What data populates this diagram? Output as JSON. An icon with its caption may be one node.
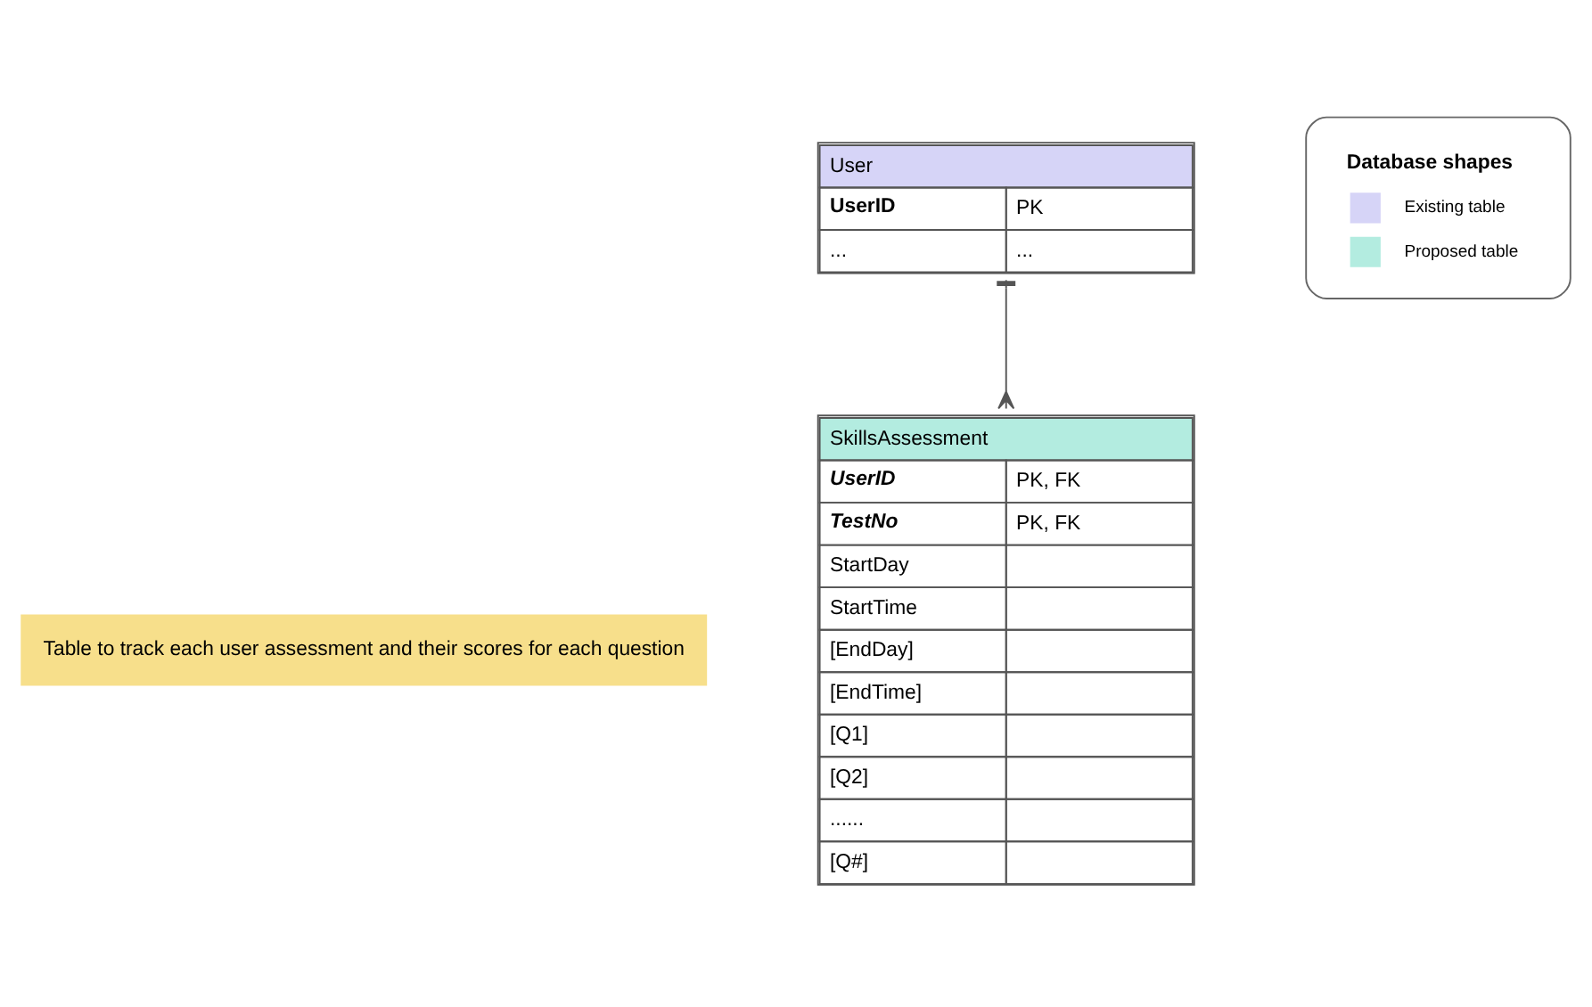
{
  "diagram": {
    "nodes": [
      {
        "text": [
          "User",
          "UserID",
          "PK",
          "...",
          "..."
        ]
      },
      {
        "text": [
          "SkillsAssessment",
          "UserID",
          "PK, FK",
          "TestNo",
          "PK, FK",
          "StartDay",
          "StartTime",
          "[EndDay]",
          "[EndTime]",
          "[Q1]",
          "[Q2]",
          "......",
          "[Q#]"
        ]
      },
      {
        "text": [
          "Table to track each user assessment and their scores for each question"
        ]
      }
    ],
    "edges": [
      {
        "from": 0,
        "to": 1,
        "arrow": "other"
      }
    ],
    "labels": [
      "Database shapes"
    ],
    "legend": [
      {
        "text": "Existing table",
        "color": "#d6d4f7"
      },
      {
        "text": "Proposed table",
        "color": "#b3ece0"
      }
    ]
  }
}
